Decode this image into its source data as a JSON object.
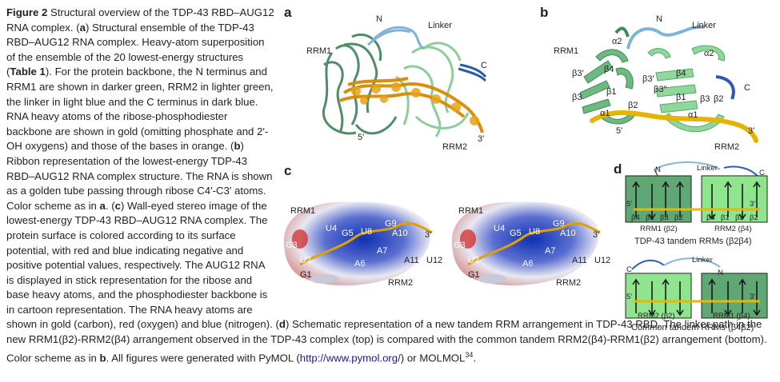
{
  "caption": {
    "figure_label": "Figure 2",
    "p1": "Structural overview of the TDP-43 RBD–AUG12 RNA complex. (",
    "a": "a",
    "p2": ") Structural ensemble of the TDP-43 RBD–AUG12 RNA complex. Heavy-atom superposition of the ensemble of the 20 lowest-energy structures (",
    "table_ref": "Table 1",
    "p3": "). For the protein backbone, the N terminus and RRM1 are shown in darker green, RRM2 in lighter green, the linker in light blue and the C terminus in dark blue. RNA heavy atoms of the ribose-phosphodiester backbone are shown in gold (omitting phosphate and 2′-OH oxygens) and those of the bases in orange. (",
    "b": "b",
    "p4": ") Ribbon representation of the lowest-energy TDP-43 RBD–AUG12 RNA complex structure. The RNA is shown as a golden tube passing through ribose C4′-C3′ atoms. Color scheme as in ",
    "a2": "a",
    "p5": ". (",
    "c": "c",
    "p6": ") Wall-eyed stereo image of the lowest-energy TDP-43 RBD–AUG12 RNA complex. The protein surface is colored according to its surface potential, with red and blue indicating negative and positive potential values, respectively. The AUG12 RNA is displayed in stick representation for the ribose and base heavy atoms, and the phosphodiester backbone is in cartoon representation. The RNA heavy atoms are shown in gold (carbon), red (oxygen) and blue (nitrogen). (",
    "d": "d",
    "p7": ") Schematic representation of a new tandem RRM arrangement in TDP-43 RBD. The linker path in the new RRM1(β2)-RRM2(β4) arrangement observed in the TDP-43 complex (top) is compared with the common tandem RRM2(β4)-RRM1(β2) arrangement (bottom). Color scheme as in ",
    "b2": "b",
    "p8": ". All figures were generated with PyMOL (",
    "url": "http://www.pymol.org/",
    "p9": ") or MOLMOL",
    "ref": "34",
    "p10": "."
  },
  "panel_a": {
    "letter": "a",
    "labels": {
      "n": "N",
      "linker": "Linker",
      "rrm1": "RRM1",
      "c": "C",
      "five": "5′",
      "rrm2": "RRM2",
      "three": "3′"
    }
  },
  "panel_b": {
    "letter": "b",
    "labels": {
      "n": "N",
      "linker": "Linker",
      "rrm1": "RRM1",
      "a2l": "α2",
      "a2r": "α2",
      "b4l": "β4",
      "b3pl": "β3′",
      "b1l": "β1",
      "b3l": "β3",
      "b3pp": "β3′′",
      "b4r": "β4",
      "b3p": "β3′",
      "b3r": "β3",
      "b1r": "β1",
      "b2": "β2",
      "b2r": "β2",
      "a1l": "α1",
      "a1r": "α1",
      "c": "C",
      "five": "5′",
      "three": "3′",
      "rrm2": "RRM2"
    }
  },
  "panel_c": {
    "letter": "c",
    "labels": {
      "rrm1": "RRM1",
      "rrm2": "RRM2",
      "u4": "U4",
      "g5": "G5",
      "u8": "U8",
      "g9": "G9",
      "a10": "A10",
      "g3": "G3",
      "u2": "U2",
      "a6": "A6",
      "a7": "A7",
      "g1": "G1",
      "a11": "A11",
      "u12": "U12",
      "three": "3′"
    }
  },
  "panel_d": {
    "letter": "d",
    "top": {
      "n": "N",
      "linker": "Linker",
      "c": "C",
      "rrm1": "RRM1 (β2)",
      "rrm2": "RRM2 (β4)",
      "title": "TDP-43 tandem RRMs (β2β4)",
      "five": "5′",
      "three": "3′"
    },
    "bottom": {
      "c": "C",
      "linker": "Linker",
      "n": "N",
      "rrm2": "RRM2 (β2)",
      "rrm1": "RRM1 (β4)",
      "title": "Common tandem RRMs (β4β2)",
      "five": "5′",
      "three": "3′"
    },
    "strands_top_left": [
      "β4",
      "β1",
      "β3",
      "β2"
    ],
    "strands_top_right": [
      "β4",
      "β1",
      "β3",
      "β2"
    ],
    "colors": {
      "dark_green": "#5fa874",
      "light_green": "#8ee58e",
      "linker_blue": "#7fb9dc",
      "c_blue": "#2d5fb8",
      "rna_gold": "#e6b800"
    }
  }
}
